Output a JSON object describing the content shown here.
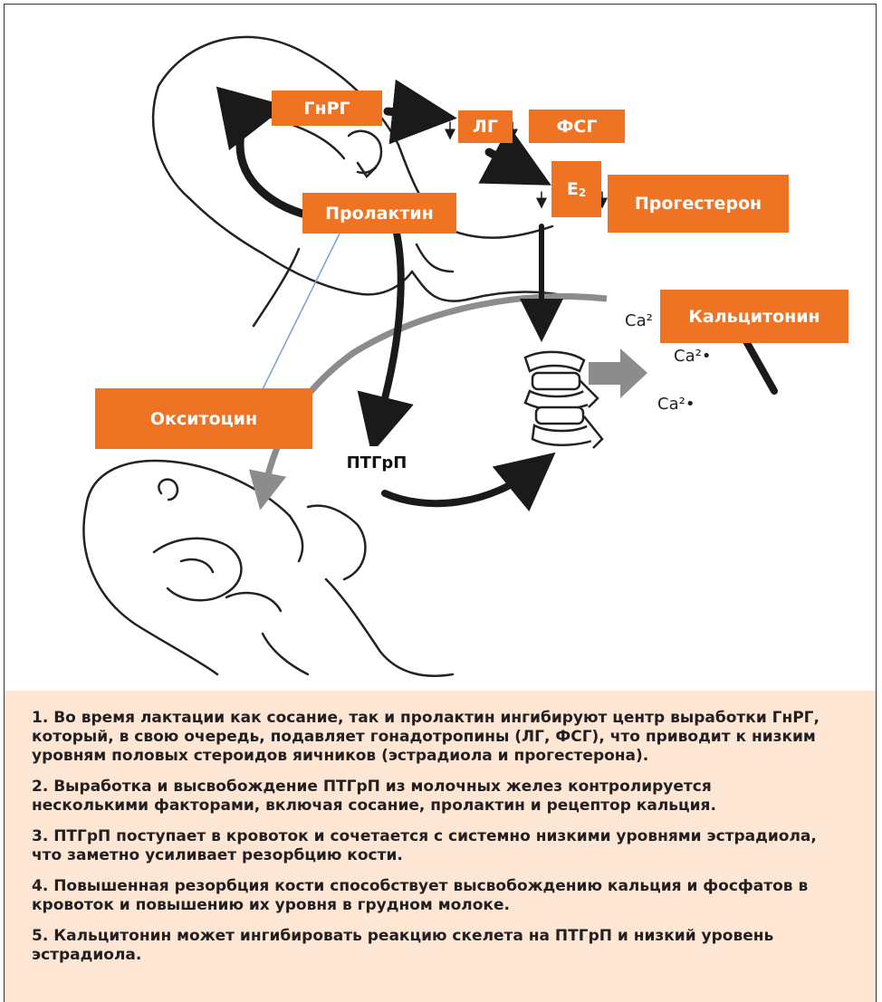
{
  "labels": {
    "gnrg": "ГнРГ",
    "lg": "ЛГ",
    "fsg": "ФСГ",
    "e2": "E",
    "e2_sub": "2",
    "progesterone": "Прогестерон",
    "prolactin": "Пролактин",
    "calcitonin": "Кальцитонин",
    "oxytocin": "Окситоцин",
    "pthrp": "ПТГрП"
  },
  "calcium": [
    "Ca²",
    "Ca²•",
    "Ca²•"
  ],
  "notes": [
    "1. Во время лактации как сосание, так и пролактин ингибируют центр выработки ГнРГ, который, в свою очередь, подавляет гонадотропины (ЛГ, ФСГ), что приводит к низким уровням половых стероидов яичников (эстрадиола и прогестерона).",
    "2. Выработка и высвобождение ПТГрП из молочных желез контролируется несколькими факторами, включая сосание, пролактин и рецептор кальция.",
    "3. ПТГрП поступает в кровоток и сочетается с системно низкими уровнями эстрадиола, что заметно усиливает резорбцию кости.",
    "4. Повышенная резорбция кости способствует высвобождению кальция и фосфатов в кровоток и повышению их уровня в грудном молоке.",
    "5. Кальцитонин может ингибировать реакцию скелета на ПТГрП и низкий уровень эстрадиола."
  ],
  "colors": {
    "box": "#ee7424",
    "notes_bg": "#fde7d4"
  }
}
